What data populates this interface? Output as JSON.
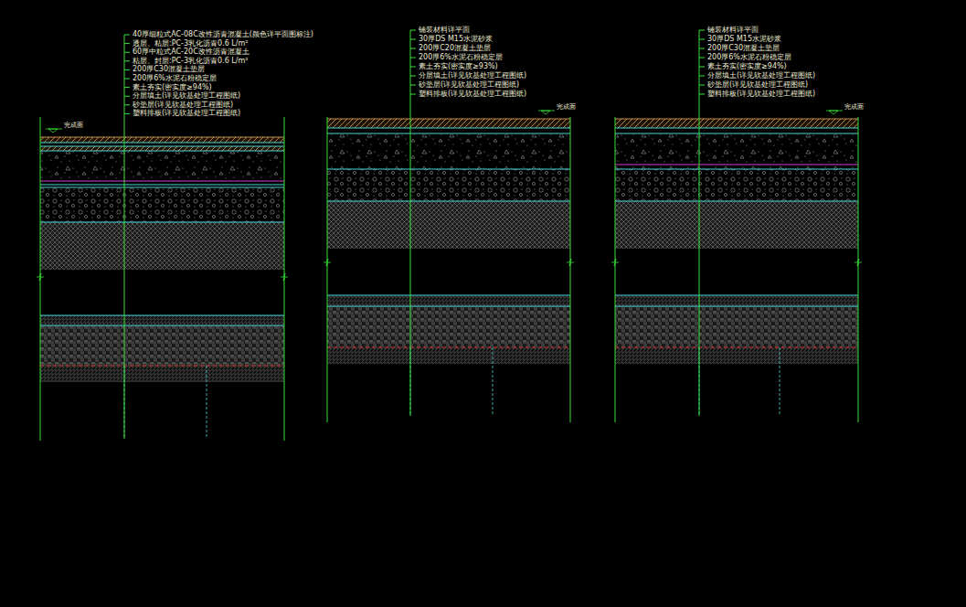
{
  "diagram": {
    "labels": [
      "40厚细粒式AC-08C改性沥青混凝土(颜色详平面图标注)",
      "透层、粘层:PC-3乳化沥青0.6 L/m²",
      "60厚中粒式AC-20C改性沥青混凝土",
      "粘层、封层:PC-3乳化沥青0.6 L/m²",
      "200厚C30混凝土垫层",
      "200厚6%水泥石粉稳定层",
      "素土夯实(密实度≥94%)",
      "分层填土(详见软基处理工程图纸)",
      "砂垫层(详见软基处理工程图纸)",
      "塑料排板(详见软基处理工程图纸)",
      "完成面",
      "铺装材料详平面",
      "30厚DS M15水泥砂浆",
      "200厚C20混凝土垫层",
      "200厚6%水泥石粉稳定层",
      "素土夯实(密实度≥93%)",
      "分层填土(详见软基处理工程图纸)",
      "砂垫层(详见软基处理工程图纸)",
      "塑料排板(详见软基处理工程图纸)",
      "完成面",
      "铺装材料详平面",
      "30厚DS M15水泥砂浆",
      "200厚C30混凝土垫层",
      "200厚6%水泥石粉稳定层",
      "素土夯实(密实度≥94%)",
      "分层填土(详见软基处理工程图纸)",
      "砂垫层(详见软基处理工程图纸)",
      "塑料排板(详见软基处理工程图纸)",
      "完成面"
    ]
  }
}
